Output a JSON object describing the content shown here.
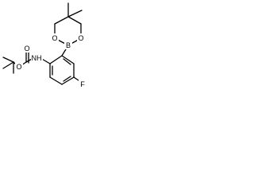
{
  "molecule": {
    "atoms": {
      "boron": "B",
      "ring_oxygen_left": "O",
      "ring_oxygen_right": "O",
      "amide_nitrogen": "NH",
      "carbonyl_oxygen": "O",
      "ester_oxygen": "O",
      "fluorine": "F"
    }
  }
}
